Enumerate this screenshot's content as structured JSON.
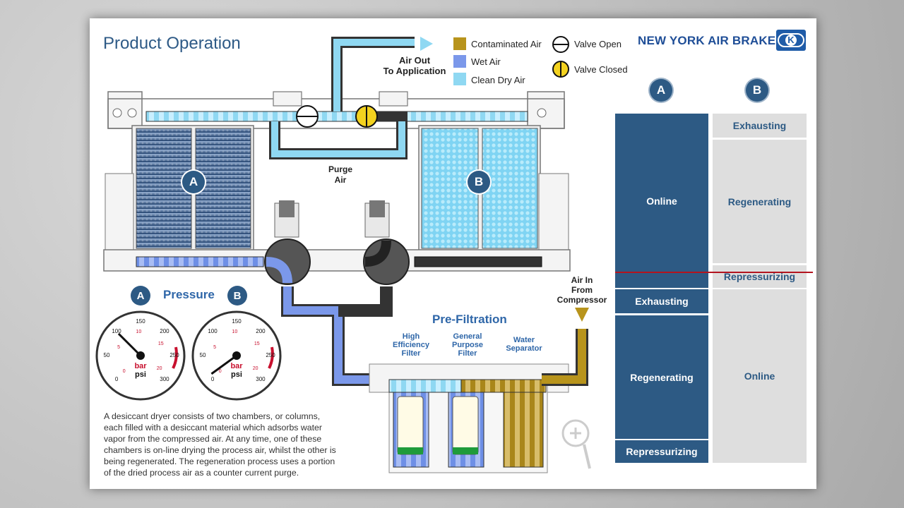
{
  "page": {
    "title": "Product Operation",
    "brand": "NEW YORK AIR BRAKE",
    "brand_logo_text": "K"
  },
  "legend": {
    "contaminated": "Contaminated Air",
    "wet": "Wet Air",
    "clean": "Clean Dry Air",
    "valve_open": "Valve Open",
    "valve_closed": "Valve Closed"
  },
  "colors": {
    "contaminated": "#b8941c",
    "wet": "#7b98ea",
    "clean": "#8fd8f2",
    "valve_closed": "#f3d21f",
    "table_a": "#2d5a84",
    "table_b": "#dedede",
    "accent": "#2e5a86"
  },
  "diagram": {
    "air_out": [
      "Air Out",
      "To Application"
    ],
    "purge_air": [
      "Purge",
      "Air"
    ],
    "chamber_a": "A",
    "chamber_b": "B",
    "air_in": [
      "Air In",
      "From",
      "Compressor"
    ],
    "pre_filtration": "Pre-Filtration",
    "filters": [
      [
        "High",
        "Efficiency",
        "Filter"
      ],
      [
        "General",
        "Purpose",
        "Filter"
      ],
      [
        "Water",
        "Separator"
      ]
    ]
  },
  "pressure": {
    "label": "Pressure",
    "gauge_a": "A",
    "gauge_b": "B",
    "unit_bar": "bar",
    "unit_psi": "psi",
    "gauge_a_psi": 100,
    "gauge_b_psi": 10,
    "psi_ticks": [
      "0",
      "50",
      "100",
      "150",
      "200",
      "250",
      "300"
    ],
    "bar_ticks": [
      "0",
      "5",
      "10",
      "15",
      "20"
    ]
  },
  "description": "A desiccant dryer consists of two chambers, or columns, each filled with a desiccant material which adsorbs water vapor from the compressed air. At any time, one of these chambers is on-line drying the process air, whilst the other is being regenerated. The regeneration process uses a portion of the dried process air as a counter current purge.",
  "cycle_table": {
    "col_a": "A",
    "col_b": "B",
    "a_states": [
      "Online",
      "Exhausting",
      "Regenerating",
      "Repressurizing"
    ],
    "b_states": [
      "Exhausting",
      "Regenerating",
      "Repressurizing",
      "Online"
    ]
  }
}
